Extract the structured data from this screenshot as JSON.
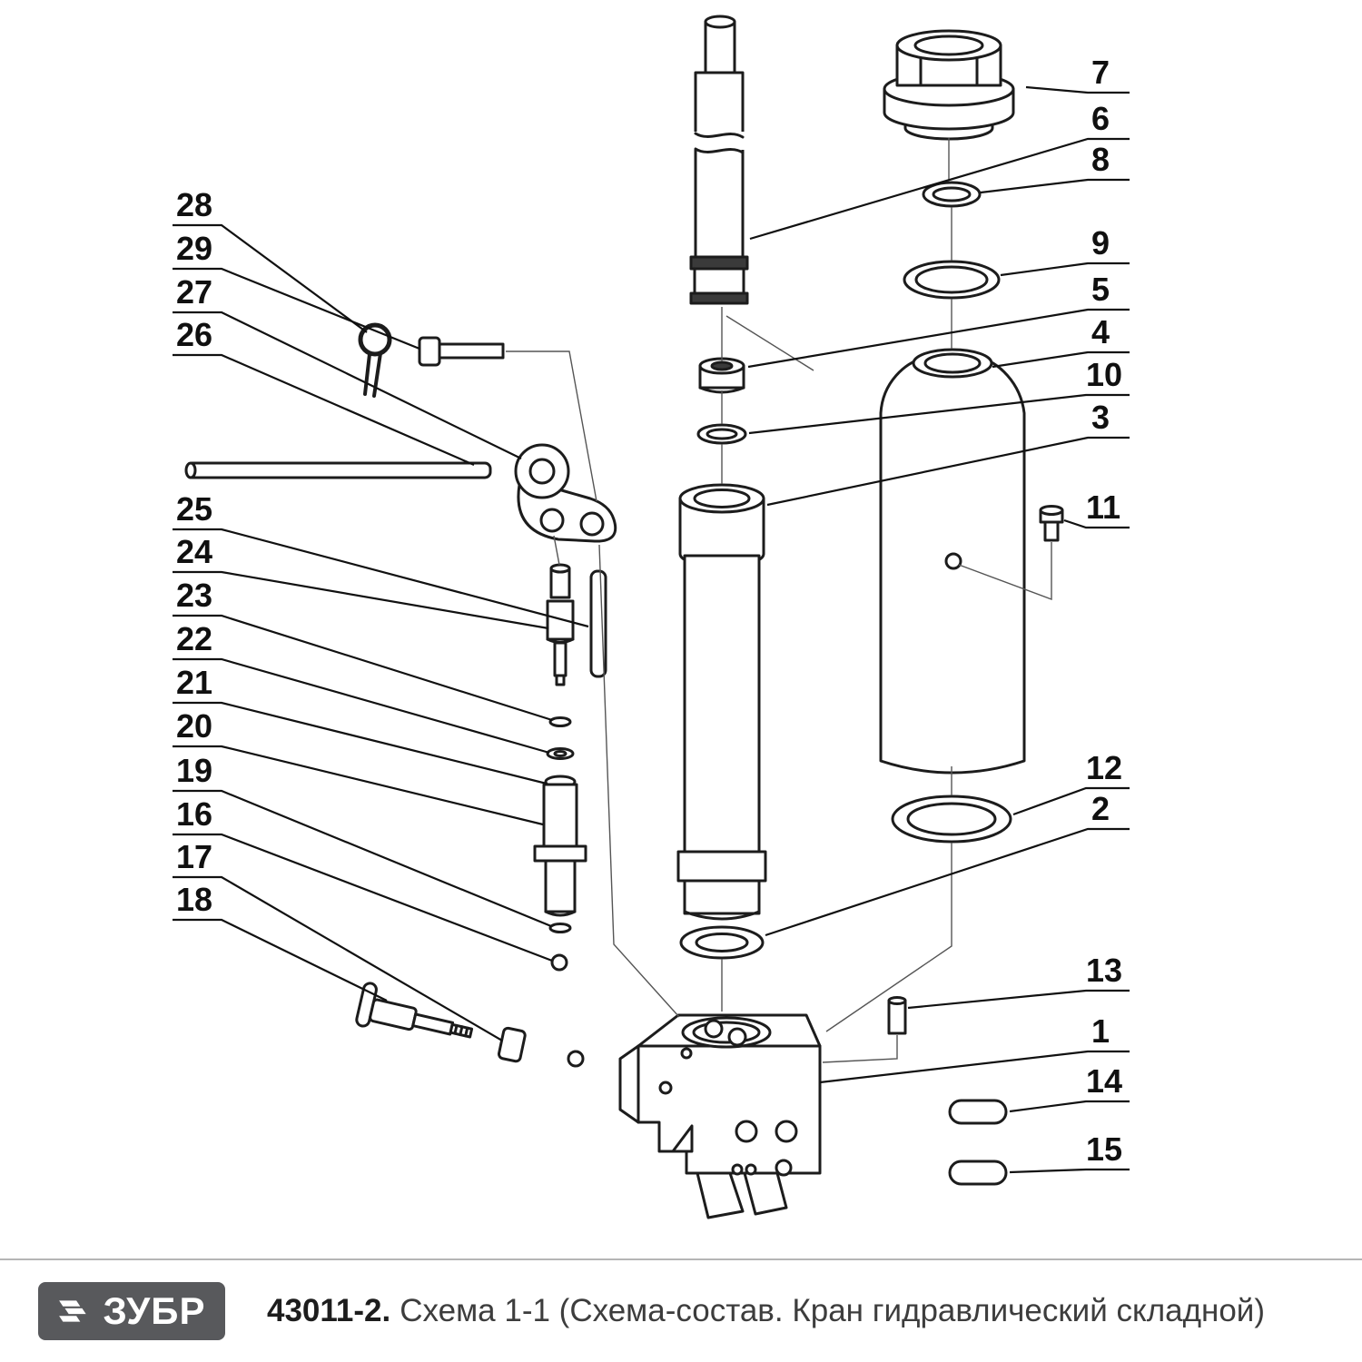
{
  "footer": {
    "logo_text": "ЗУБР",
    "part_number": "43011-2.",
    "title": "Схема 1-1 (Схема-состав. Кран гидравлический складной)"
  },
  "diagram": {
    "description": "Exploded parts view of a folding hydraulic crane (кран гидравлический складной)",
    "callouts_right": [
      "7",
      "6",
      "8",
      "9",
      "5",
      "4",
      "10",
      "3",
      "11",
      "12",
      "2",
      "13",
      "1",
      "14",
      "15"
    ],
    "callouts_left": [
      "28",
      "29",
      "27",
      "26",
      "25",
      "24",
      "23",
      "22",
      "21",
      "20",
      "19",
      "16",
      "17",
      "18"
    ]
  },
  "colors": {
    "line": "#1c1c1c",
    "logo_background": "#58595c",
    "divider": "#b5b5b5",
    "caption_text": "#3d3d3d"
  }
}
